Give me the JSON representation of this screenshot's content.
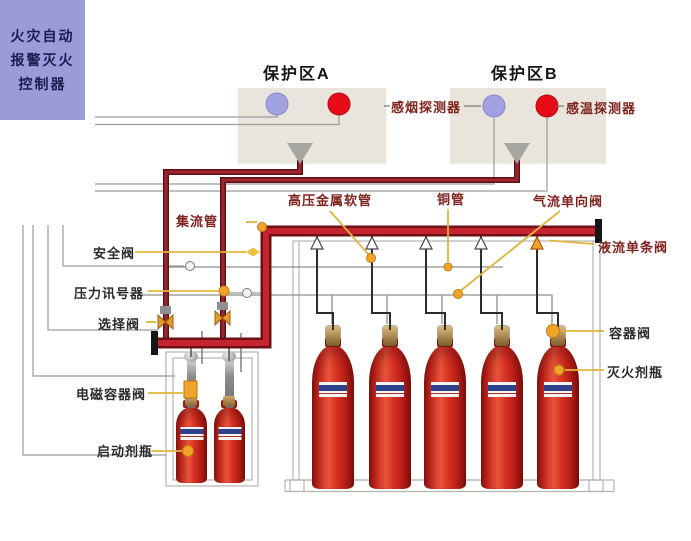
{
  "controller": {
    "lines": [
      "火灾自动",
      "报警灭火",
      "控制器"
    ]
  },
  "zones": [
    {
      "title": "保护区A"
    },
    {
      "title": "保护区B"
    }
  ],
  "labels": {
    "smoke_detector": "感烟探测器",
    "heat_detector": "感温探测器",
    "high_pressure_hose": "高压金属软管",
    "copper_pipe": "铜管",
    "gas_check_valve": "气流单向阀",
    "liquid_check_valve": "液流单条阀",
    "manifold": "集流管",
    "safety_valve": "安全阀",
    "pressure_signal": "压力讯号器",
    "selector_valve": "选择阀",
    "solenoid_container_valve": "电磁容器阀",
    "starter_bottle": "启动剂瓶",
    "container_valve": "容器阀",
    "agent_bottle": "灭火剂瓶"
  },
  "equipment": {
    "agent_bottle_count": 5,
    "starter_bottle_count": 2,
    "nozzle_count": 2,
    "detectors_per_zone": [
      "smoke",
      "heat"
    ]
  },
  "colors": {
    "manifold_red": "#c5242f",
    "manifold_outline": "#6e0f16",
    "zone_pipe": "#9c2730",
    "leader_yellow": "#dfb63c",
    "marker_orange": "#f2a42a",
    "controller_fill": "#9c9bd9",
    "zone_fill": "#e9e5dc",
    "bottle_red": "#d83224",
    "detector_blue": "#a2a1e2",
    "detector_red": "#e60b16"
  }
}
